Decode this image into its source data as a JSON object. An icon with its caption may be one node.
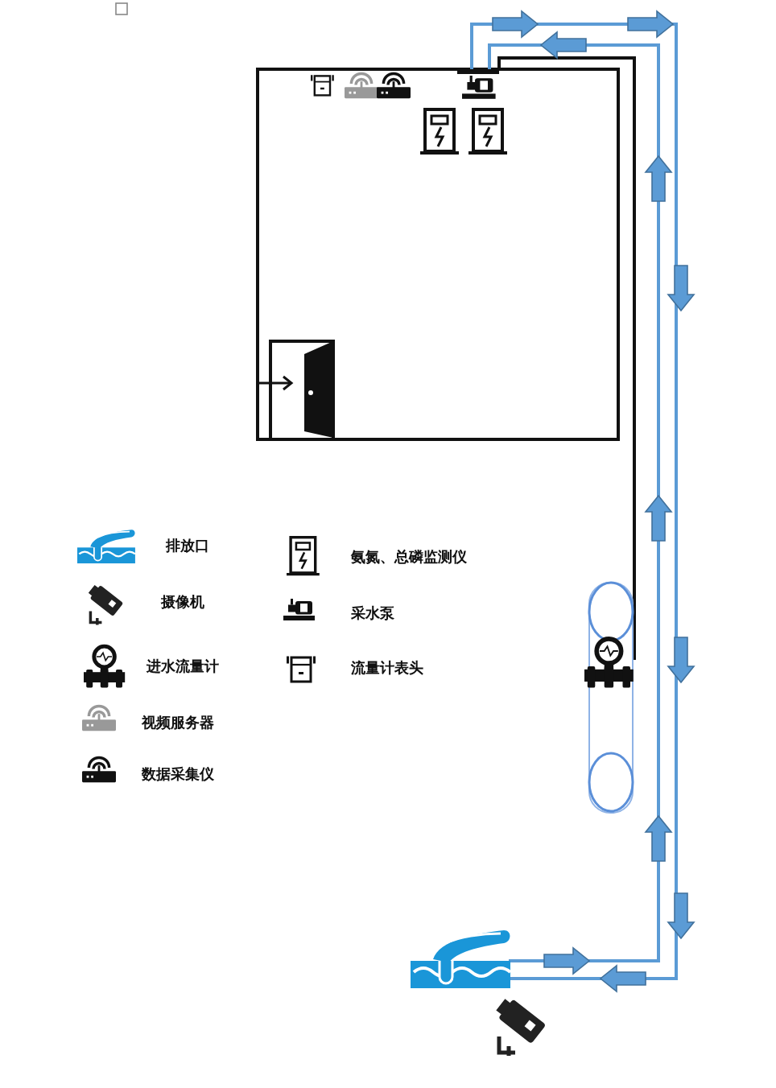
{
  "diagram": {
    "legend": [
      {
        "text": "排放口"
      },
      {
        "text": "摄像机"
      },
      {
        "text": "进水流量计"
      },
      {
        "text": "视频服务器"
      },
      {
        "text": "数据采集仪"
      },
      {
        "text": "氨氮、总磷监测仪"
      },
      {
        "text": "采水泵"
      },
      {
        "text": "流量计表头"
      }
    ]
  }
}
